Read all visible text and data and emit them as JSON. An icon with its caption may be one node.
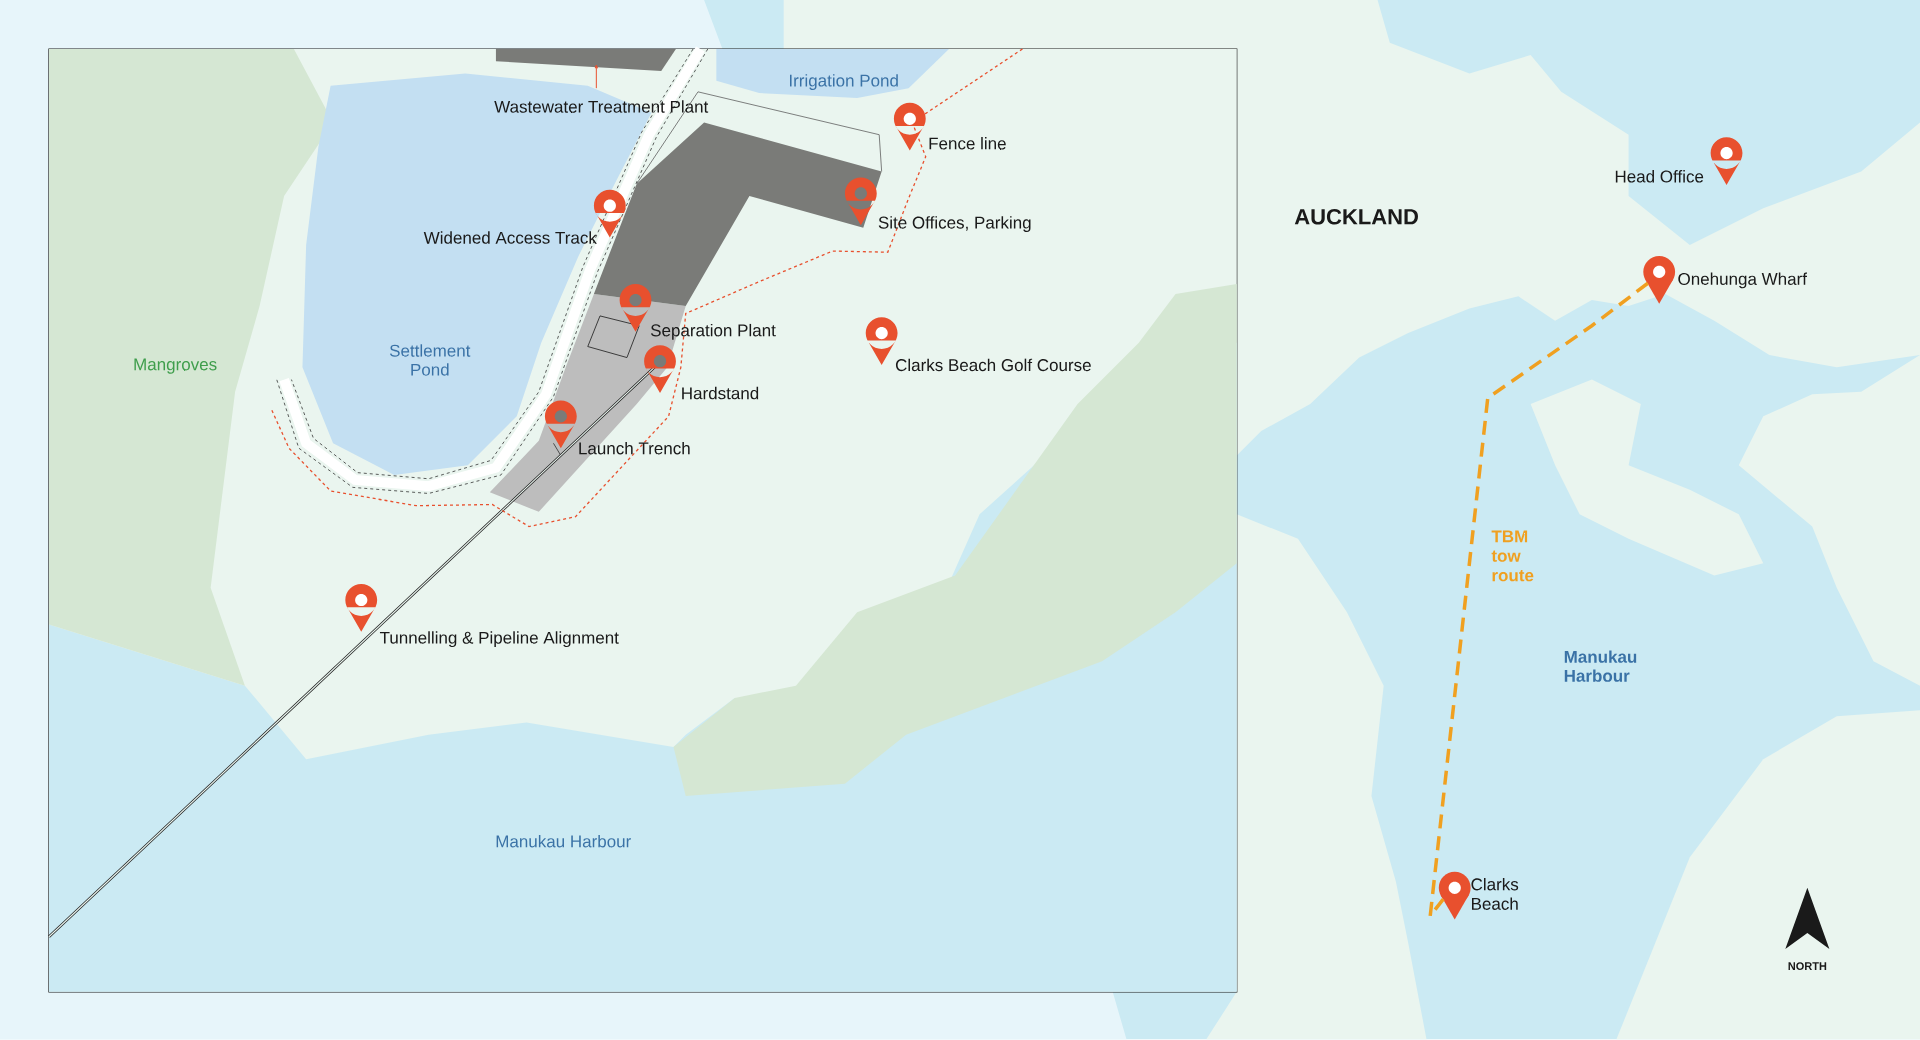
{
  "diagram": {
    "nodes": [
      {
        "text": [],
        "shape": "pin",
        "beside": [
          "Onehunga Wharf"
        ]
      },
      {
        "text": [],
        "shape": "pin",
        "beside": [
          "Clarks Beach"
        ]
      }
    ],
    "edges": [
      {
        "from": 0,
        "to": 1,
        "arrow": "none",
        "label": "TBM tow route",
        "style": "dashed",
        "color": "#f0a020"
      }
    ],
    "labels": [
      "Irrigation Pond",
      "Wastewater Treatment Plant",
      "Fence line",
      "Head Office",
      "Site Offices, Parking",
      "AUCKLAND",
      "Widened Access Track",
      "Separation Plant",
      "Mangroves",
      "Settlement Pond",
      "Clarks Beach Golf Course",
      "Hardstand",
      "Launch Trench",
      "Tunnelling & Pipeline Alignment",
      "Manukau Harbour",
      "Manukau Harbour",
      "NORTH"
    ]
  }
}
